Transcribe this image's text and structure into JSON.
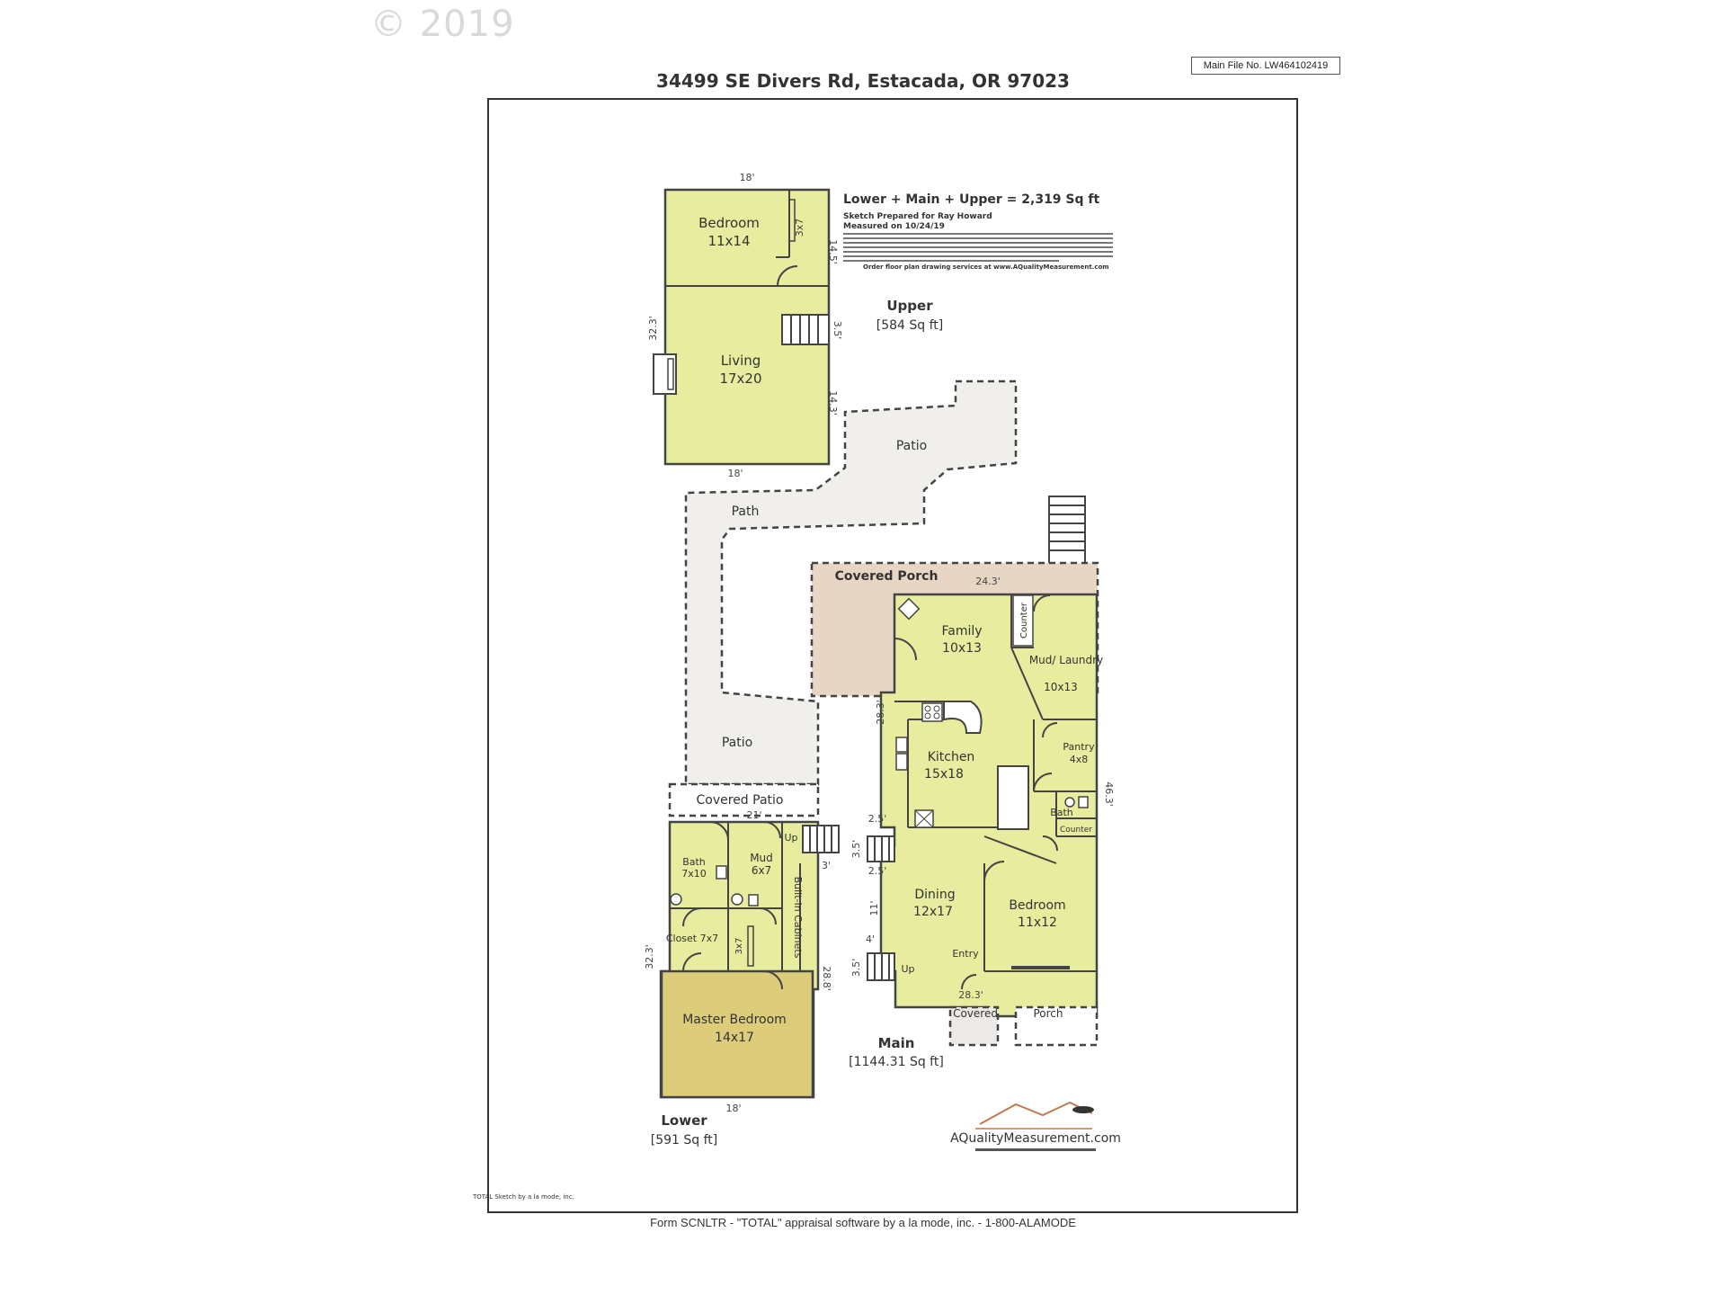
{
  "header": {
    "copyright": "© 2019",
    "main_file": "Main File No. LW464102419",
    "address": "34499 SE Divers Rd, Estacada, OR 97023"
  },
  "summary": {
    "total": "Lower + Main + Upper = 2,319 Sq ft",
    "prepared_for": "Sketch Prepared for Ray Howard",
    "measured_on": "Measured on 10/24/19",
    "order_text": "Order floor plan drawing services at www.AQualityMeasurement.com"
  },
  "levels": {
    "upper": {
      "name": "Upper",
      "area": "[584 Sq ft]"
    },
    "main": {
      "name": "Main",
      "area": "[1144.31 Sq ft]"
    },
    "lower": {
      "name": "Lower",
      "area": "[591 Sq ft]"
    }
  },
  "rooms": {
    "upper_bedroom": {
      "name": "Bedroom",
      "size": "11x14"
    },
    "upper_living": {
      "name": "Living",
      "size": "17x20"
    },
    "patio_top": "Patio",
    "path": "Path",
    "patio_left": "Patio",
    "covered_porch": "Covered Porch",
    "covered_patio": "Covered Patio",
    "family": {
      "name": "Family",
      "size": "10x13"
    },
    "counter_top": "Counter",
    "mud_laundry": {
      "name": "Mud/ Laundry",
      "size": "10x13"
    },
    "kitchen": {
      "name": "Kitchen",
      "size": "15x18"
    },
    "pantry": {
      "name": "Pantry",
      "size": "4x8"
    },
    "bath_main": "Bath",
    "counter_main": "Counter",
    "dining": {
      "name": "Dining",
      "size": "12x17"
    },
    "bedroom_main": {
      "name": "Bedroom",
      "size": "11x12"
    },
    "entry": "Entry",
    "covered": "Covered",
    "porch": "Porch",
    "up_main": "Up",
    "bath_lower": {
      "name": "Bath",
      "size": "7x10"
    },
    "mud_lower": {
      "name": "Mud",
      "size": "6x7"
    },
    "up_lower": "Up",
    "builtin": "Built-In Cabinets",
    "closet": "Closet 7x7",
    "closet_small": "3x7",
    "master": {
      "name": "Master Bedroom",
      "size": "14x17"
    }
  },
  "dimensions": {
    "upper_top": "18'",
    "upper_bottom": "18'",
    "upper_left": "32.3'",
    "upper_right_1": "14.5'",
    "upper_right_2": "3.5'",
    "upper_right_3": "14.3'",
    "upper_closet": "3x7",
    "porch_width": "24.3'",
    "main_left": "28.3'",
    "main_right": "46.3'",
    "main_25a": "2.5'",
    "main_35a": "3.5'",
    "main_25b": "2.5'",
    "main_11": "11'",
    "main_4": "4'",
    "main_35b": "3.5'",
    "main_bottom": "28.3'",
    "lower_top": "21'",
    "lower_3": "3'",
    "lower_left": "32.3'",
    "lower_right": "28.8'",
    "lower_bottom": "18'"
  },
  "logo": {
    "text": "AQualityMeasurement.com"
  },
  "software_note": "TOTAL Sketch by a la mode, inc.",
  "footer": "Form SCNLTR - \"TOTAL\" appraisal software by a la mode, inc. - 1-800-ALAMODE"
}
